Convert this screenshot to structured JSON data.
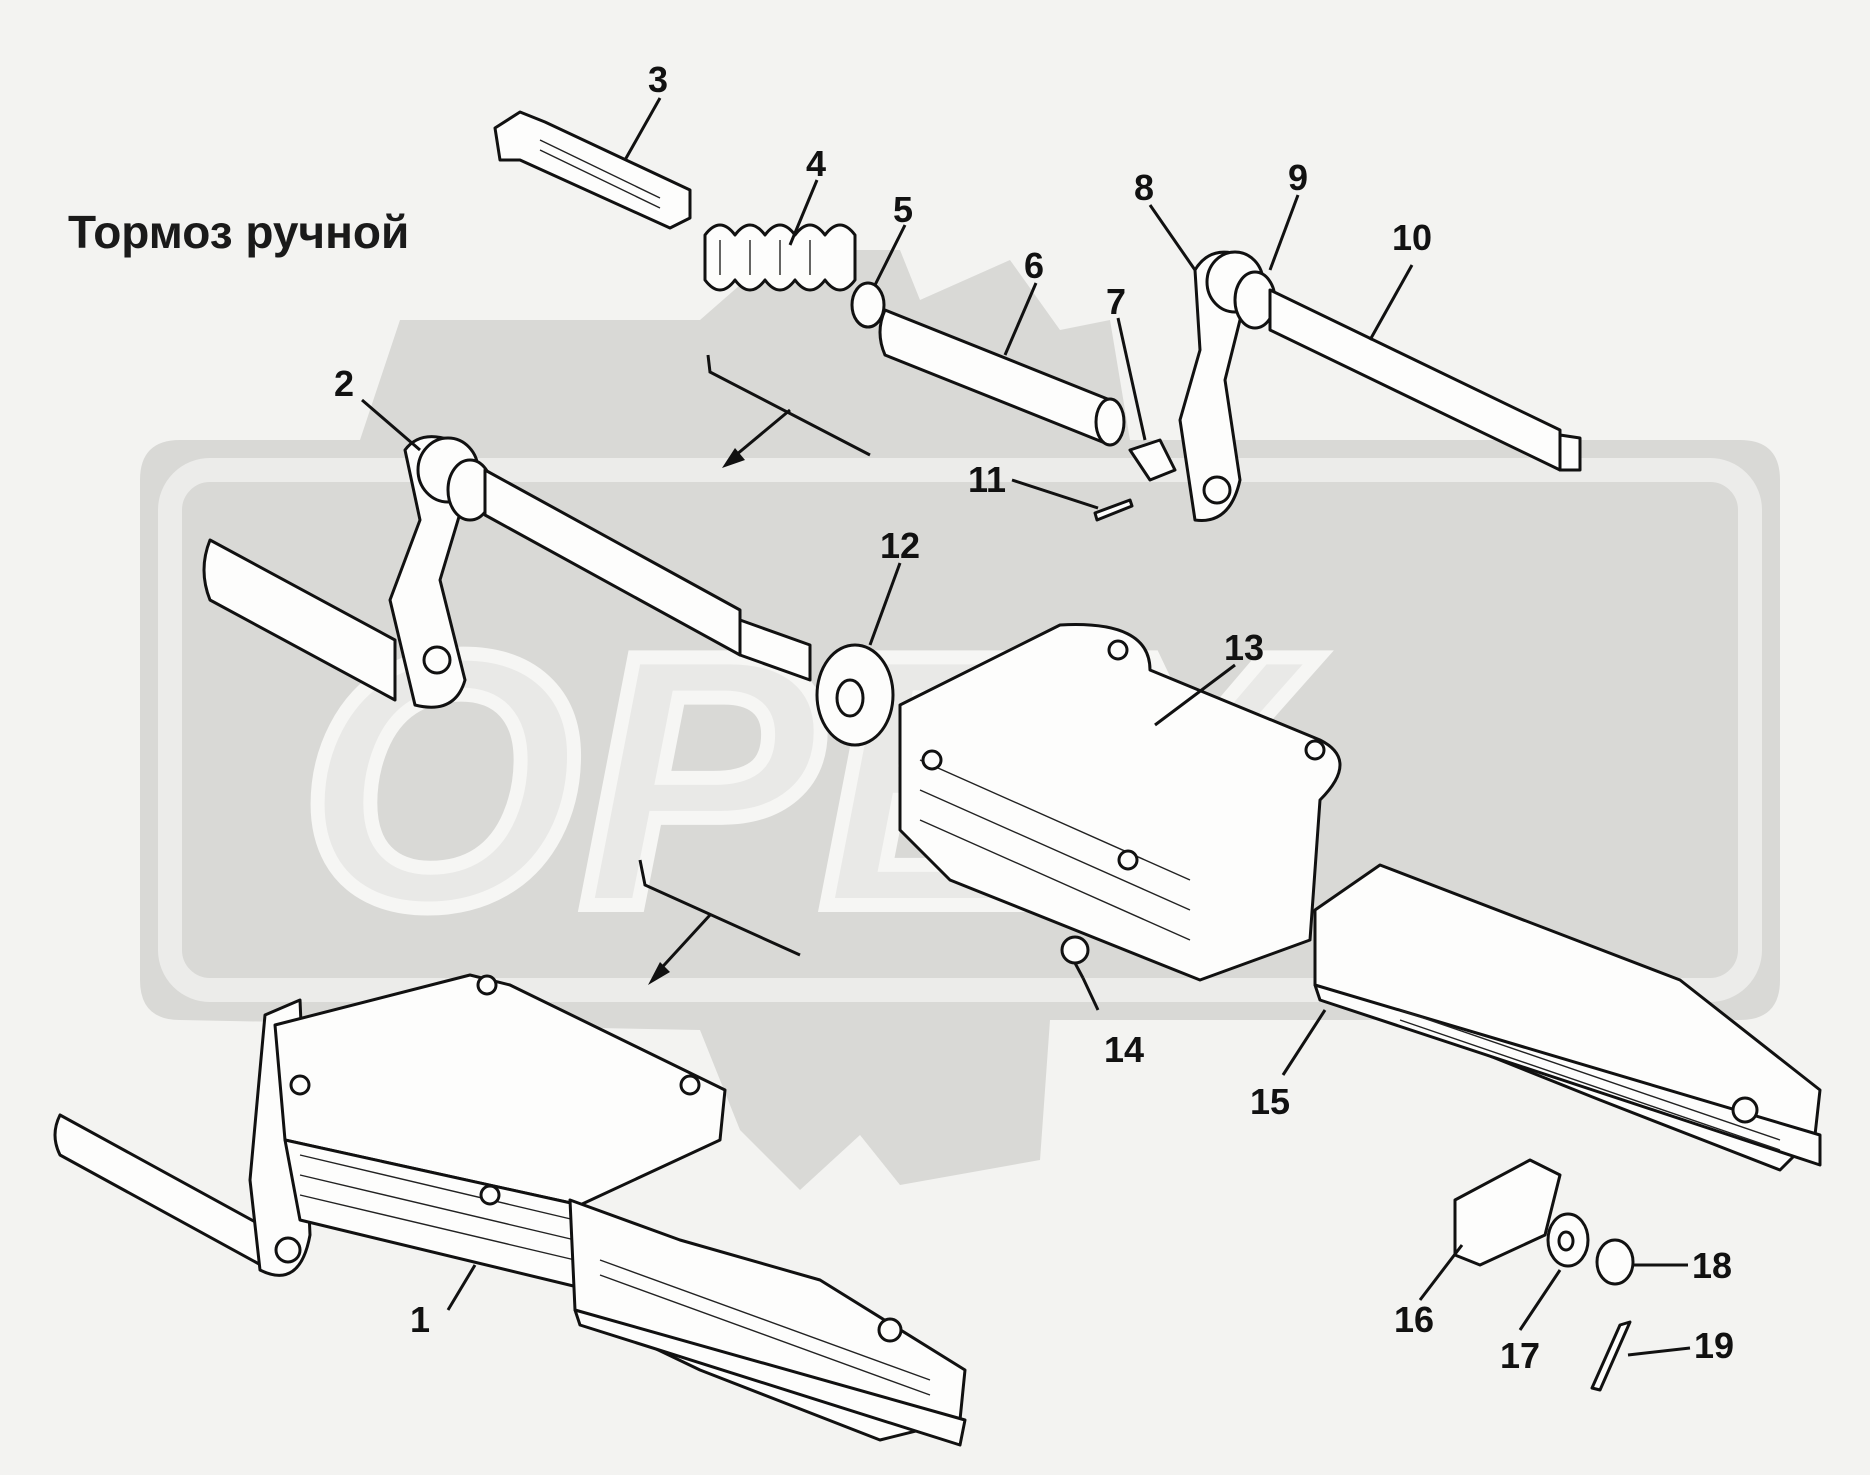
{
  "title": "Тормоз ручной",
  "watermark": {
    "text": "ОРЕХ",
    "color": "#d9d9d6"
  },
  "colors": {
    "background": "#f3f3f1",
    "ink": "#111111",
    "watermark": "#d9d9d6"
  },
  "callouts": [
    "1",
    "2",
    "3",
    "4",
    "5",
    "6",
    "7",
    "8",
    "9",
    "10",
    "11",
    "12",
    "13",
    "14",
    "15",
    "16",
    "17",
    "18",
    "19"
  ]
}
